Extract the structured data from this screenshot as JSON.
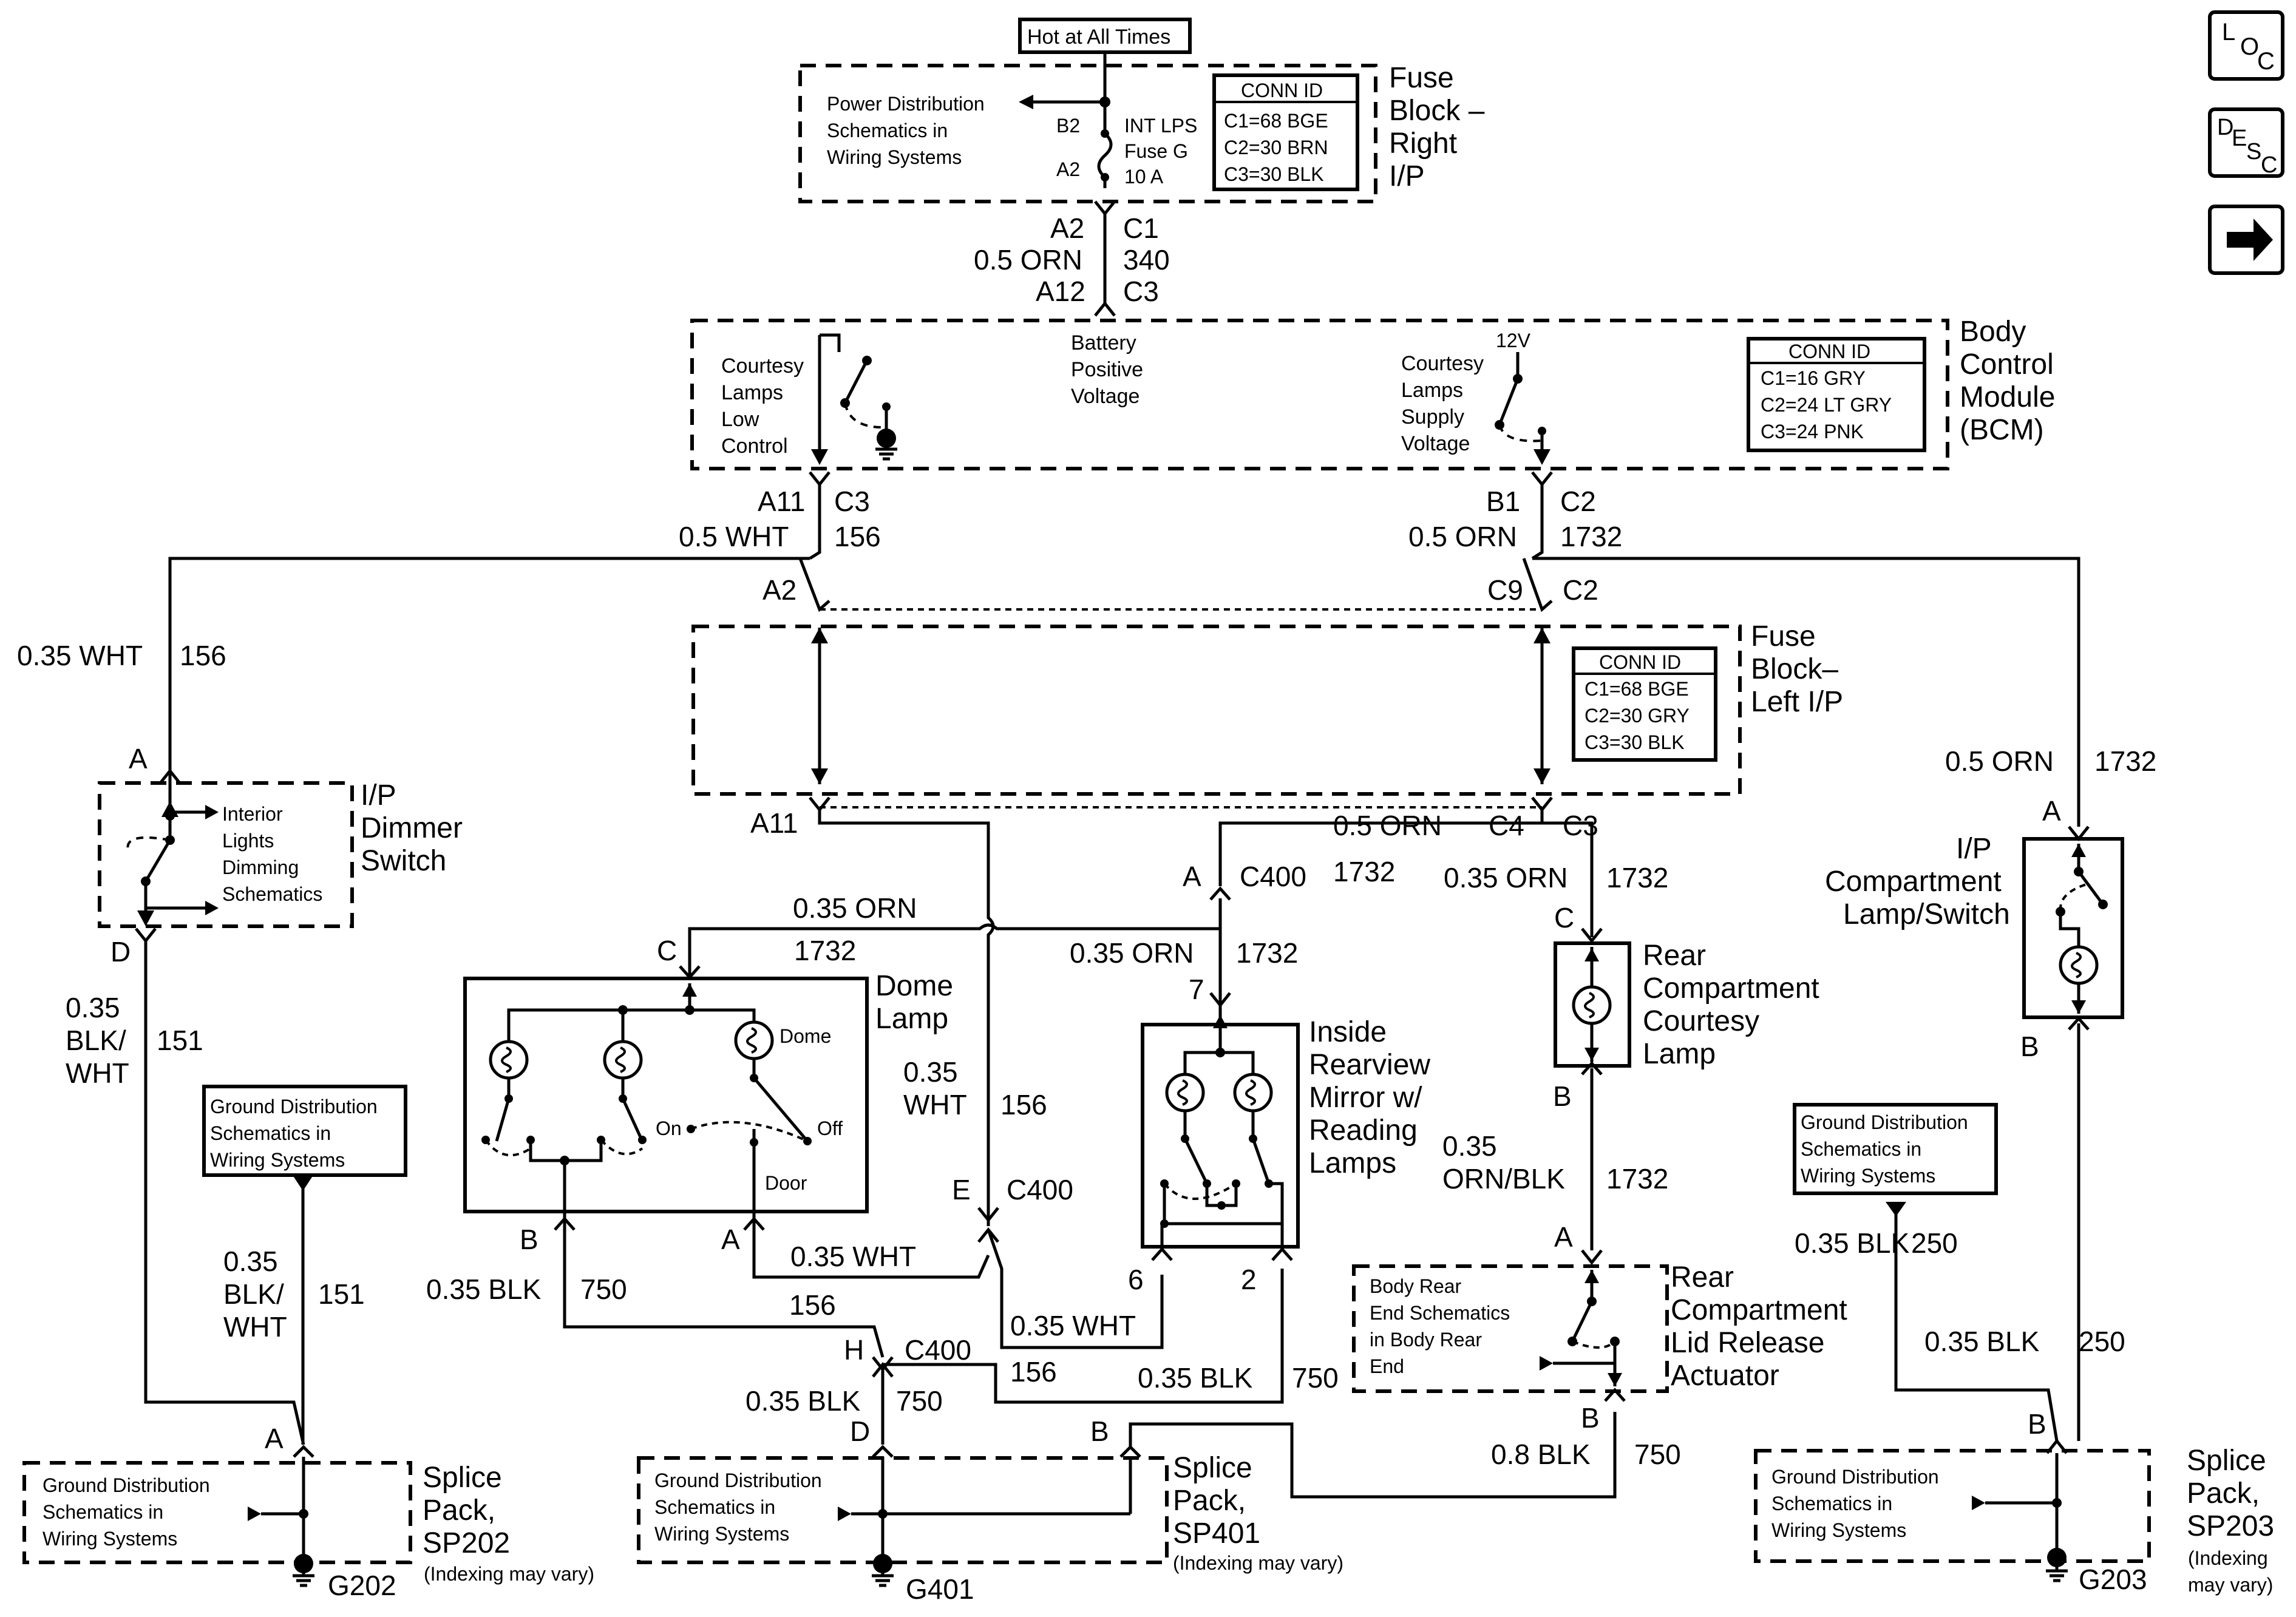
{
  "hot_label": "Hot at All Times",
  "nav": {
    "loc_l": "L",
    "loc_o": "O",
    "loc_c": "C",
    "desc_d": "D",
    "desc_e": "E",
    "desc_s": "S",
    "desc_c": "C"
  },
  "fuse_right": {
    "title": [
      "Fuse",
      "Block –",
      "Right",
      "I/P"
    ],
    "pds": [
      "Power Distribution",
      "Schematics in",
      "Wiring Systems"
    ],
    "b2": "B2",
    "a2": "A2",
    "fuse": [
      "INT LPS",
      "Fuse G",
      "10 A"
    ],
    "conn": [
      "CONN ID",
      "C1=68 BGE",
      "C2=30 BRN",
      "C3=30 BLK"
    ]
  },
  "w_top": {
    "l1": "A2",
    "r1": "C1",
    "l2": "0.5 ORN",
    "r2": "340",
    "l3": "A12",
    "r3": "C3"
  },
  "bcm": {
    "title": [
      "Body",
      "Control",
      "Module",
      "(BCM)"
    ],
    "left": [
      "Courtesy",
      "Lamps",
      "Low",
      "Control"
    ],
    "mid": [
      "Battery",
      "Positive",
      "Voltage"
    ],
    "right": [
      "Courtesy",
      "Lamps",
      "Supply",
      "Voltage"
    ],
    "v12": "12V",
    "conn": [
      "CONN ID",
      "C1=16 GRY",
      "C2=24 LT GRY",
      "C3=24 PNK"
    ]
  },
  "w_bcm_out": {
    "a11": "A11",
    "c3": "C3",
    "w1": "0.5 WHT",
    "n1": "156",
    "b1": "B1",
    "c2": "C2",
    "w2": "0.5 ORN",
    "n2": "1732",
    "a2": "A2",
    "c9": "C9",
    "c2b": "C2"
  },
  "fuse_left": {
    "title": [
      "Fuse",
      "Block–",
      "Left I/P"
    ],
    "conn": [
      "CONN ID",
      "C1=68 BGE",
      "C2=30 GRY",
      "C3=30 BLK"
    ],
    "a11": "A11",
    "c4": "C4",
    "c3": "C3",
    "orn": "0.5 ORN"
  },
  "left_wire": {
    "w": "0.35 WHT",
    "n": "156"
  },
  "dimmer": {
    "title": [
      "I/P",
      "Dimmer",
      "Switch"
    ],
    "text": [
      "Interior",
      "Lights",
      "Dimming",
      "Schematics"
    ],
    "a": "A",
    "d": "D",
    "w": [
      "0.35",
      "BLK/",
      "WHT"
    ],
    "n": "151"
  },
  "gnd_box1": [
    "Ground Distribution",
    "Schematics in",
    "Wiring Systems"
  ],
  "gnd_box1_wire": {
    "w": [
      "0.35",
      "BLK/",
      "WHT"
    ],
    "n": "151"
  },
  "sp202": {
    "title": [
      "Splice",
      "Pack,",
      "SP202"
    ],
    "note": "(Indexing may vary)",
    "text": [
      "Ground Distribution",
      "Schematics in",
      "Wiring Systems"
    ],
    "a": "A",
    "g": "G202"
  },
  "dome": {
    "title": [
      "Dome",
      "Lamp"
    ],
    "c": "C",
    "n1732": "1732",
    "orn_label": "0.35 ORN",
    "dome": "Dome",
    "on": "On",
    "off": "Off",
    "door": "Door",
    "b": "B",
    "a": "A"
  },
  "dome_wires": {
    "b_w": "0.35 BLK",
    "b_n": "750",
    "a_w": "0.35 WHT",
    "a_n": "156"
  },
  "c400": {
    "a": "A",
    "c400a": "C400",
    "n1732a": "1732",
    "w1": "0.35 ORN",
    "n1": "1732",
    "p7": "7",
    "mid_w": [
      "0.35",
      "WHT"
    ],
    "mid_n": "156",
    "e": "E",
    "c400e": "C400",
    "h": "H",
    "c400h": "C400",
    "h_w": "0.35 BLK",
    "h_n": "750"
  },
  "mirror": {
    "title": [
      "Inside",
      "Rearview",
      "Mirror w/",
      "Reading",
      "Lamps"
    ],
    "p6": "6",
    "p2": "2",
    "w6": "0.35 WHT",
    "n6": "156",
    "w2": "0.35 BLK",
    "n2": "750"
  },
  "sp401": {
    "title": [
      "Splice",
      "Pack,",
      "SP401"
    ],
    "note": "(Indexing may vary)",
    "text": [
      "Ground Distribution",
      "Schematics in",
      "Wiring Systems"
    ],
    "d": "D",
    "b": "B",
    "g": "G401"
  },
  "rear_lamp": {
    "title": [
      "Rear",
      "Compartment",
      "Courtesy",
      "Lamp"
    ],
    "orn": "0.35 ORN",
    "n": "1732",
    "c": "C",
    "b": "B",
    "w2": [
      "0.35",
      "ORN/BLK"
    ],
    "n2": "1732"
  },
  "lid": {
    "title": [
      "Rear",
      "Compartment",
      "Lid Release",
      "Actuator"
    ],
    "text": [
      "Body Rear",
      "End Schematics",
      "in Body Rear",
      "End"
    ],
    "a": "A",
    "b": "B",
    "w": "0.8 BLK",
    "n": "750"
  },
  "ipc": {
    "title": [
      "I/P",
      "Compartment",
      "Lamp/Switch"
    ],
    "w": "0.5 ORN",
    "n": "1732",
    "a": "A",
    "b": "B"
  },
  "gnd_box2": [
    "Ground Distribution",
    "Schematics in",
    "Wiring Systems"
  ],
  "gnd_box2_wire": {
    "w": "0.35 BLK",
    "n": "250"
  },
  "ipc_out": {
    "w": "0.35 BLK",
    "n": "250"
  },
  "sp203": {
    "title": [
      "Splice",
      "Pack,",
      "SP203"
    ],
    "note": [
      "(Indexing",
      "may vary)"
    ],
    "text": [
      "Ground Distribution",
      "Schematics in",
      "Wiring Systems"
    ],
    "b": "B",
    "g": "G203"
  }
}
